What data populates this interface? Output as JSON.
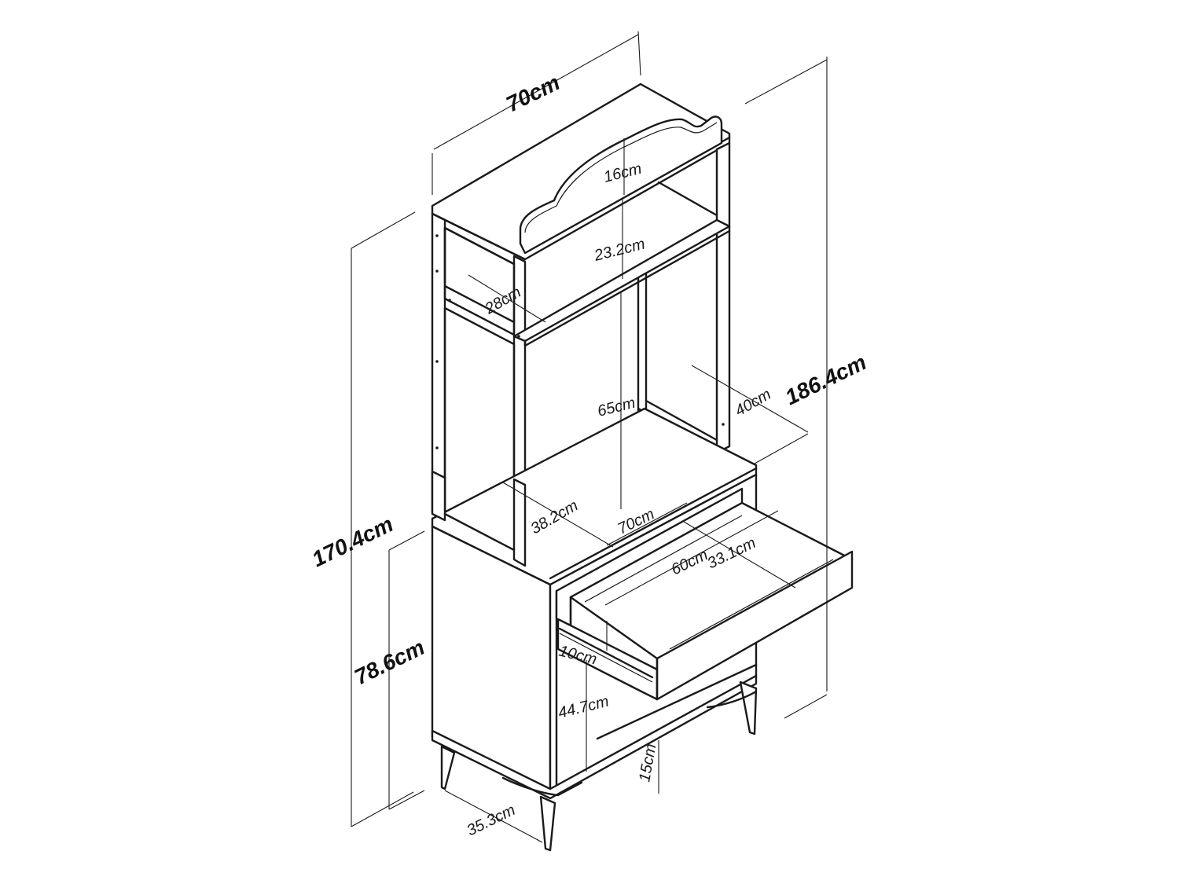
{
  "dimensions": {
    "top_width": "70cm",
    "total_height": "186.4cm",
    "hutch_height": "170.4cm",
    "base_height": "78.6cm",
    "crest_height": "16cm",
    "upper_shelf_gap": "23.2cm",
    "upper_depth": "28cm",
    "open_height": "65cm",
    "overall_depth": "40cm",
    "desk_depth": "38.2cm",
    "desk_width": "70cm",
    "drawer_inner_width": "60cm",
    "drawer_inner_depth": "33.1cm",
    "drawer_height": "10cm",
    "lower_opening": "44.7cm",
    "leg_clearance": "15cm",
    "base_depth": "35.3cm"
  }
}
